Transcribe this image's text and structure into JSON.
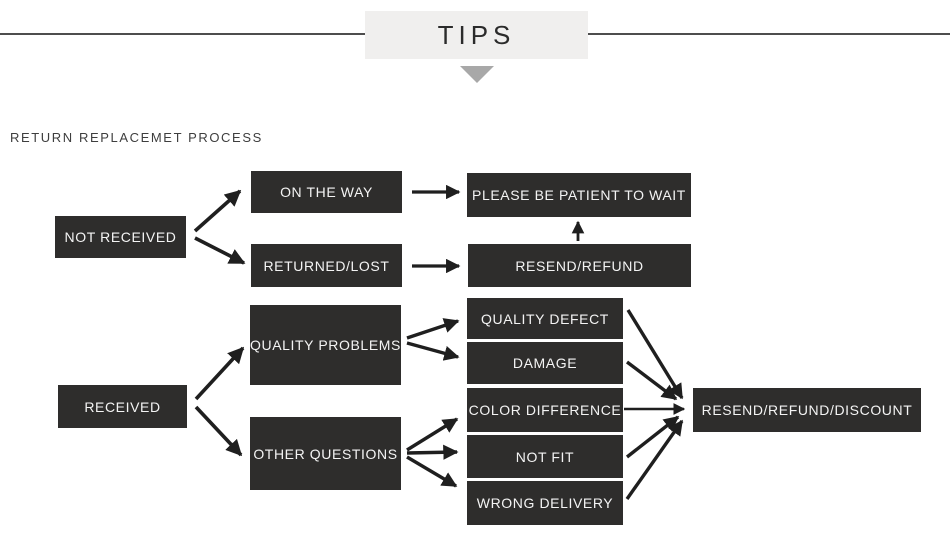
{
  "header": {
    "title": "TIPS"
  },
  "section_title": "RETURN REPLACEMET PROCESS",
  "colors": {
    "box_bg": "#2e2d2c",
    "box_text": "#f4f4f4",
    "header_bg": "#f0efee",
    "header_text": "#2b2b2b",
    "line": "#4d4d4d",
    "triangle": "#a8a8a8",
    "arrow": "#1f1f1f",
    "section_title_text": "#3e3e3e"
  },
  "nodes": [
    {
      "id": "not-received",
      "label": "NOT RECEIVED"
    },
    {
      "id": "on-the-way",
      "label": "ON THE WAY"
    },
    {
      "id": "returned-lost",
      "label": "RETURNED/LOST"
    },
    {
      "id": "please-be-patient",
      "label": "PLEASE BE PATIENT TO WAIT"
    },
    {
      "id": "resend-refund",
      "label": "RESEND/REFUND"
    },
    {
      "id": "received",
      "label": "RECEIVED"
    },
    {
      "id": "quality-problems",
      "label": "QUALITY PROBLEMS"
    },
    {
      "id": "other-questions",
      "label": "OTHER QUESTIONS"
    },
    {
      "id": "quality-defect",
      "label": "QUALITY DEFECT"
    },
    {
      "id": "damage",
      "label": "DAMAGE"
    },
    {
      "id": "color-difference",
      "label": "COLOR DIFFERENCE"
    },
    {
      "id": "not-fit",
      "label": "NOT FIT"
    },
    {
      "id": "wrong-delivery",
      "label": "WRONG DELIVERY"
    },
    {
      "id": "resend-refund-discount",
      "label": "RESEND/REFUND/DISCOUNT"
    }
  ]
}
